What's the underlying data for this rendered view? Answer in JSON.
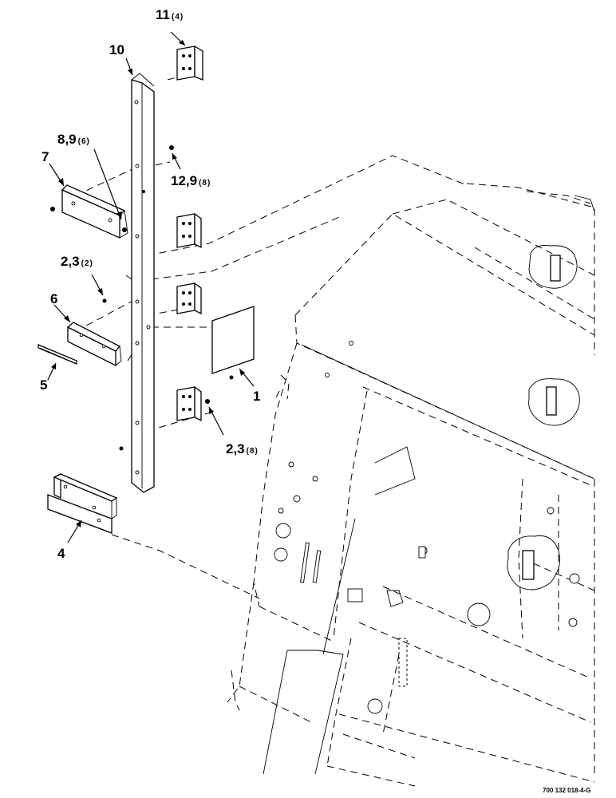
{
  "callouts": [
    {
      "id": "11",
      "label": "11",
      "qty": "(4)"
    },
    {
      "id": "10",
      "label": "10",
      "qty": ""
    },
    {
      "id": "8-9",
      "label": "8,9",
      "qty": "(6)"
    },
    {
      "id": "7",
      "label": "7",
      "qty": ""
    },
    {
      "id": "12-9",
      "label": "12,9",
      "qty": "(8)"
    },
    {
      "id": "2-3-top",
      "label": "2,3",
      "qty": "(2)"
    },
    {
      "id": "6",
      "label": "6",
      "qty": ""
    },
    {
      "id": "5",
      "label": "5",
      "qty": ""
    },
    {
      "id": "1",
      "label": "1",
      "qty": ""
    },
    {
      "id": "2-3-bottom",
      "label": "2,3",
      "qty": "(8)"
    },
    {
      "id": "4",
      "label": "4",
      "qty": ""
    }
  ],
  "figure_number": "700 132 018-4-G"
}
